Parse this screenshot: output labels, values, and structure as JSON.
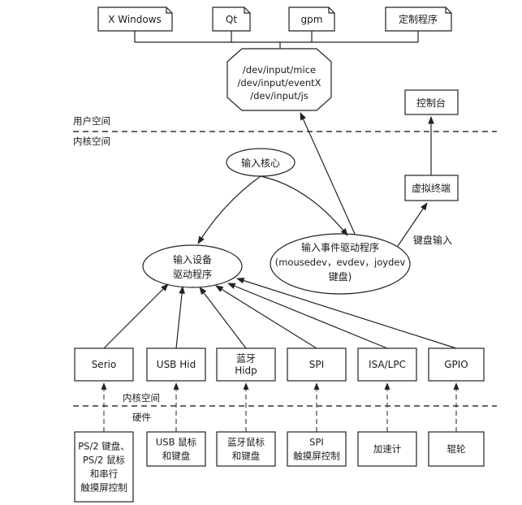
{
  "apps": [
    "X Windows",
    "Qt",
    "gpm",
    "定制程序"
  ],
  "dev_node": [
    "/dev/input/mice",
    "/dev/input/eventX",
    "/dev/input/js"
  ],
  "console": "控制台",
  "virtual_terminal": "虚拟终端",
  "keyboard_input": "键盘输入",
  "user_space": "用户空间",
  "kernel_space": "内核空间",
  "input_core": "输入核心",
  "event_handler": [
    "输入事件驱动程序",
    "(mousedev，evdev，joydev",
    "键盘)"
  ],
  "device_driver": [
    "输入设备",
    "驱动程序"
  ],
  "bus_drivers": [
    {
      "lines": [
        "Serio"
      ]
    },
    {
      "lines": [
        "USB Hid"
      ]
    },
    {
      "lines": [
        "蓝牙",
        "Hidp"
      ]
    },
    {
      "lines": [
        "SPI"
      ]
    },
    {
      "lines": [
        "ISA/LPC"
      ]
    },
    {
      "lines": [
        "GPIO"
      ]
    }
  ],
  "kernel_space_2": "内核空间",
  "hardware": "硬件",
  "hw_devices": [
    {
      "lines": [
        "PS/2 键盘、",
        "PS/2 鼠标",
        "和串行",
        "触摸屏控制"
      ]
    },
    {
      "lines": [
        "USB 鼠标",
        "和键盘"
      ]
    },
    {
      "lines": [
        "蓝牙鼠标",
        "和键盘"
      ]
    },
    {
      "lines": [
        "SPI",
        "触摸屏控制"
      ]
    },
    {
      "lines": [
        "加速计"
      ]
    },
    {
      "lines": [
        "辊轮"
      ]
    }
  ]
}
